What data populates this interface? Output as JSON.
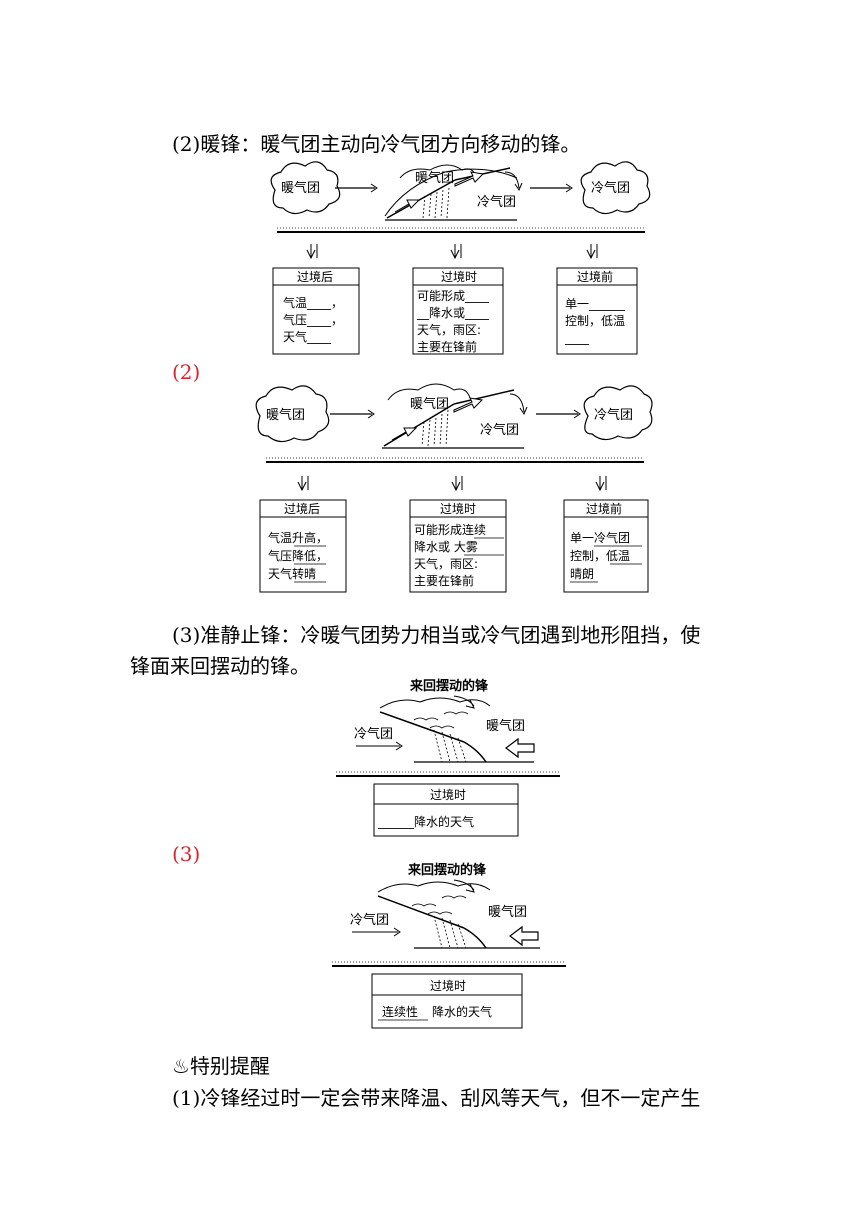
{
  "section2": {
    "heading": "(2)暖锋：暖气团主动向冷气团方向移动的锋。",
    "label_warm_mass": "暖气团",
    "label_cold_mass": "冷气团",
    "label_warm_upper": "暖气团",
    "label_cold_lower": "冷气团",
    "box_after": {
      "title": "过境后",
      "lines": [
        "气温____，",
        "气压____，",
        "天气____"
      ]
    },
    "box_during": {
      "title": "过境时",
      "lines": [
        "可能形成____",
        "__降水或____",
        "天气，雨区:",
        "主要在锋前"
      ]
    },
    "box_before": {
      "title": "过境前",
      "lines": [
        "单一______",
        "控制，低温",
        "____"
      ]
    }
  },
  "answer2": {
    "marker": "(2)",
    "label_warm_mass": "暖气团",
    "label_cold_mass": "冷气团",
    "label_warm_upper": "暖气团",
    "label_cold_lower": "冷气团",
    "box_after": {
      "title": "过境后",
      "lines": [
        "气温升高，",
        "气压降低，",
        "天气转晴"
      ]
    },
    "box_during": {
      "title": "过境时",
      "lines": [
        "可能形成连续",
        "降水或 大雾",
        "天气，雨区:",
        "主要在锋前"
      ]
    },
    "box_before": {
      "title": "过境前",
      "lines": [
        "单一冷气团",
        "控制，低温",
        "晴朗"
      ]
    }
  },
  "section3": {
    "heading_line1": "(3)准静止锋：冷暖气团势力相当或冷气团遇到地形阻挡，使",
    "heading_line2": "锋面来回摆动的锋。",
    "label_front": "来回摆动的锋",
    "label_cold": "冷气团",
    "label_warm": "暖气团",
    "box_title": "过境时",
    "box_line": "______降水的天气"
  },
  "answer3": {
    "marker": "(3)",
    "label_front": "来回摆动的锋",
    "label_cold": "冷气团",
    "label_warm": "暖气团",
    "box_title": "过境时",
    "box_answer": "连续性",
    "box_rest": "降水的天气"
  },
  "tip": {
    "icon": "hot-springs-icon",
    "icon_glyph": "♨",
    "title": "特别提醒",
    "line1": "(1)冷锋经过时一定会带来降温、刮风等天气，但不一定产生"
  }
}
